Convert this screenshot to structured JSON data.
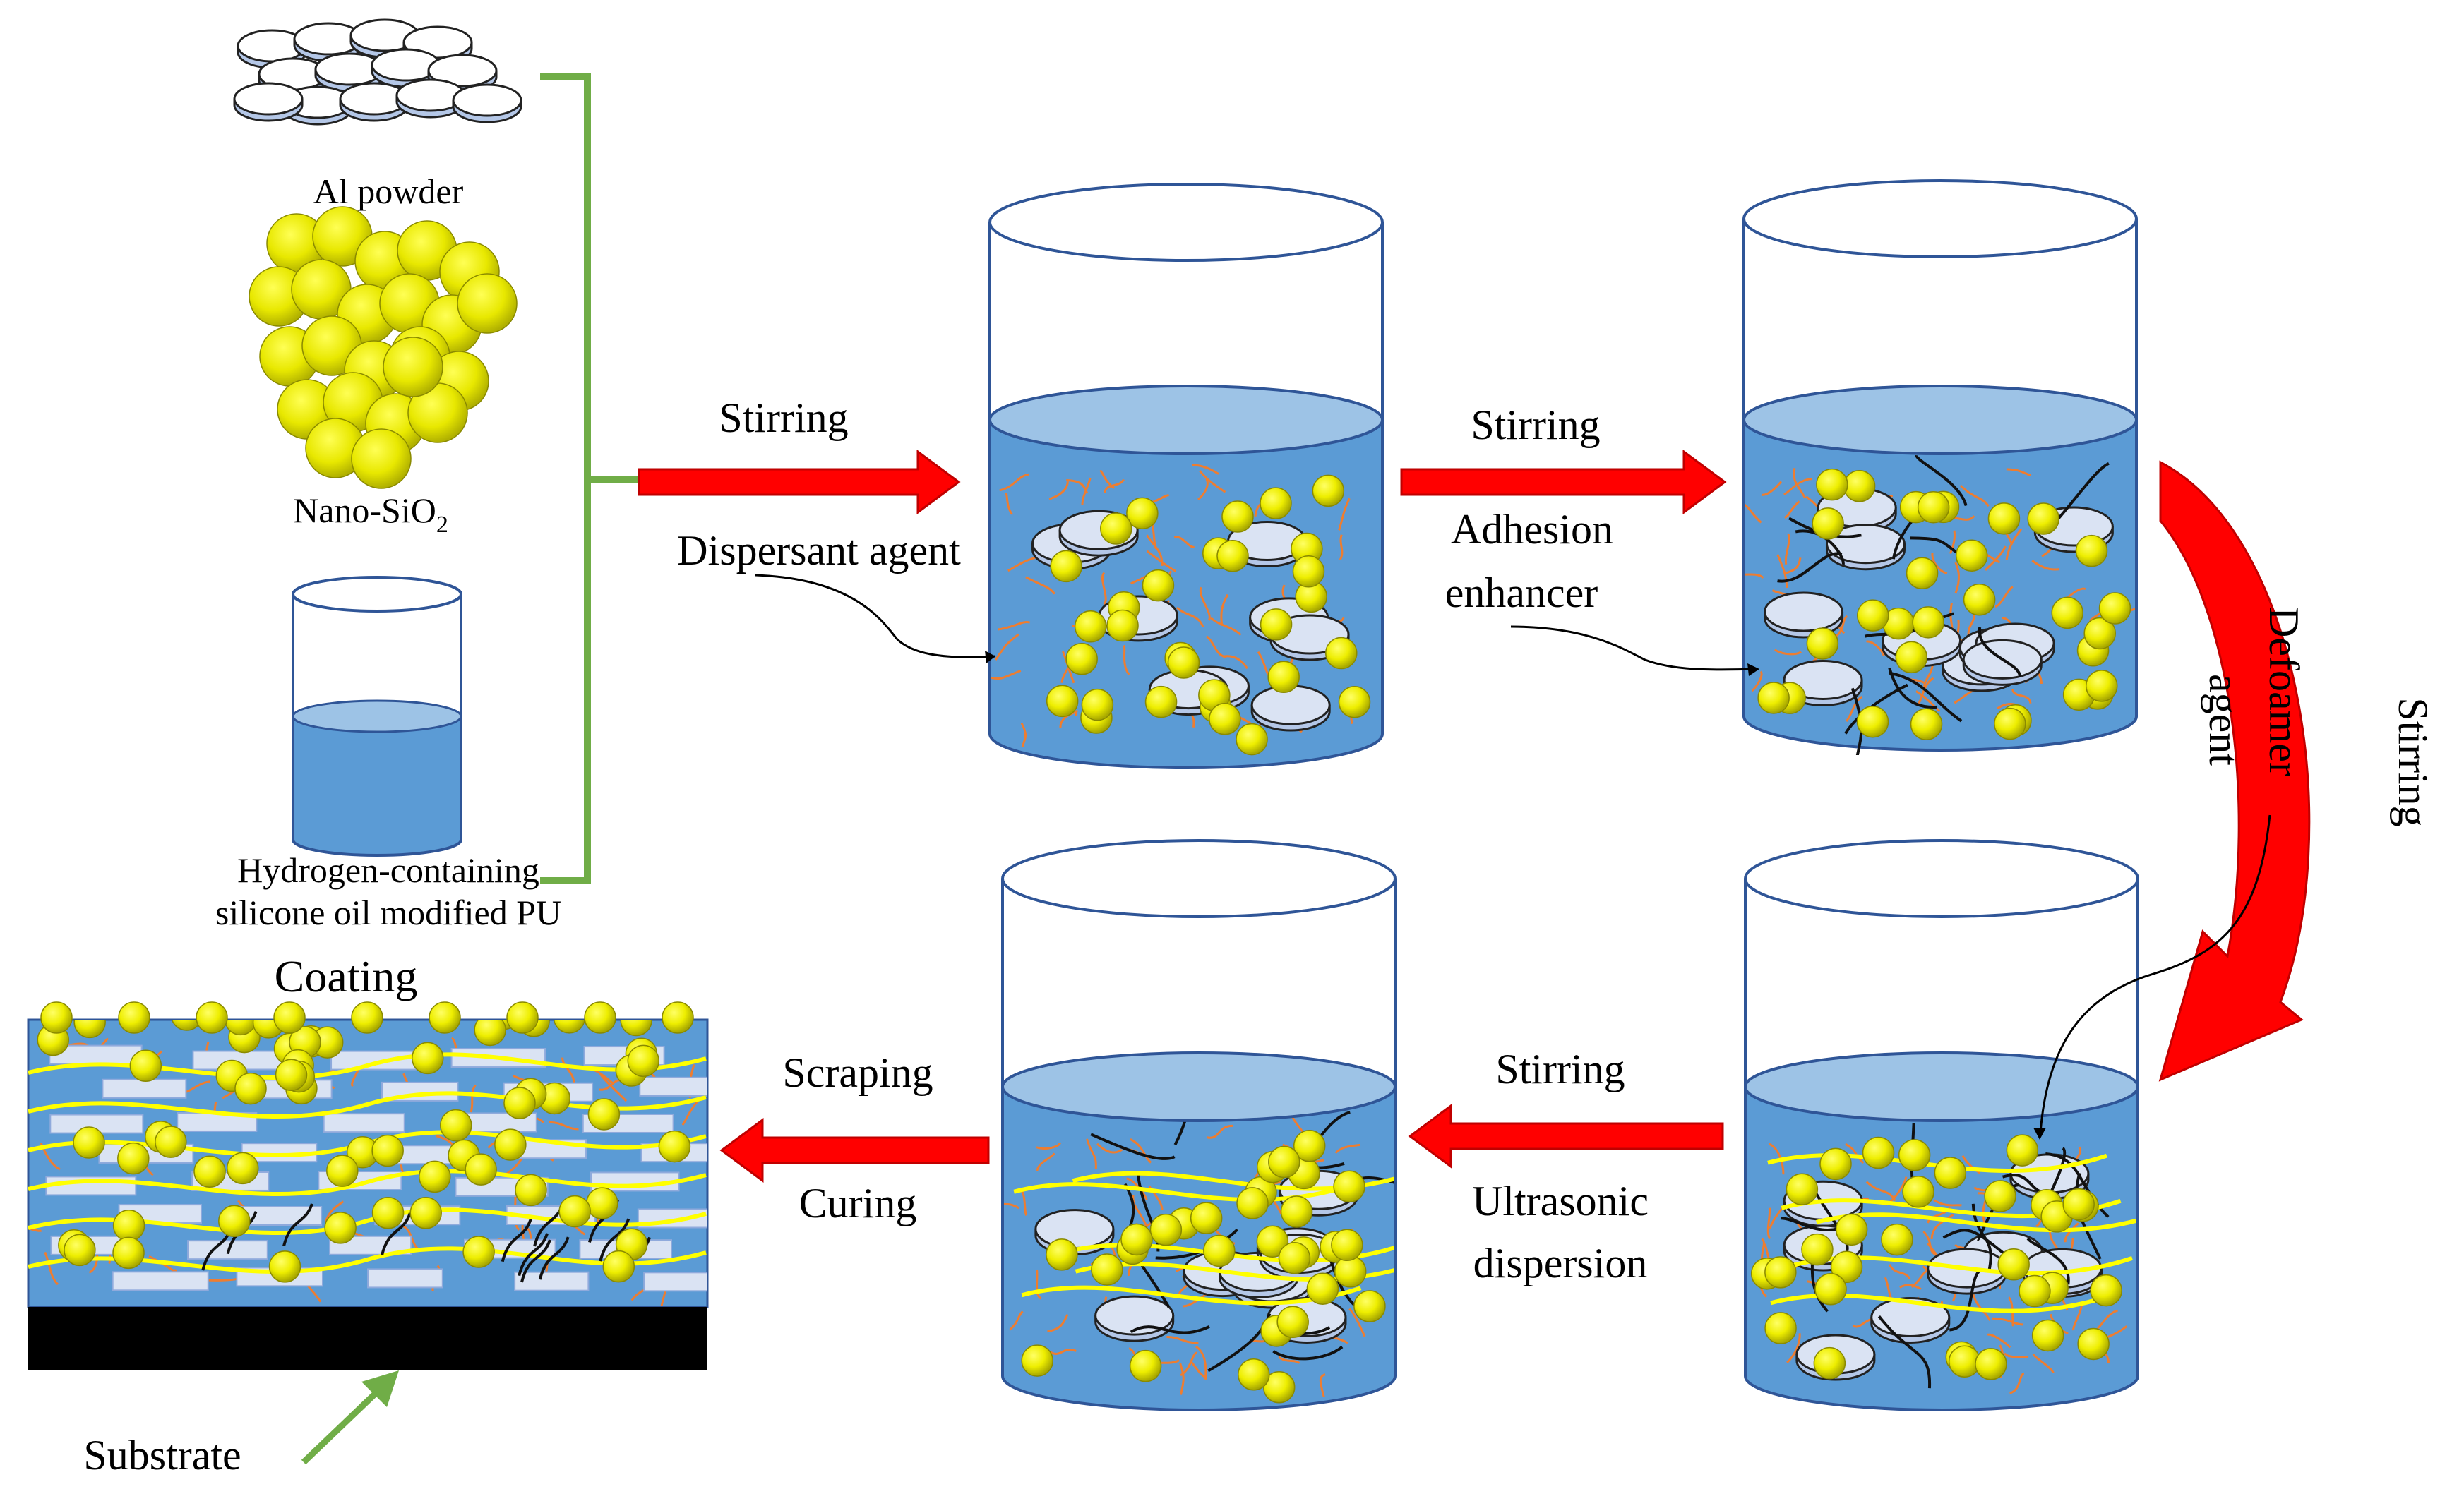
{
  "ingredients": {
    "al_powder": "Al powder",
    "nano_sio2": "Nano-SiO",
    "nano_sio2_subscript": "2",
    "pu_line1": "Hydrogen-containing",
    "pu_line2": "silicone oil modified PU"
  },
  "steps": {
    "step1_action": "Stirring",
    "step1_additive": "Dispersant agent",
    "step2_action": "Stirring",
    "step2_additive_line1": "Adhesion",
    "step2_additive_line2": "enhancer",
    "step3_action": "Stirring",
    "step3_additive_line1": "Defoamer",
    "step3_additive_line2": "agent",
    "step4_action": "Stirring",
    "step4_additive_line1": "Ultrasonic",
    "step4_additive_line2": "dispersion",
    "step5_action1": "Scraping",
    "step5_action2": "Curing"
  },
  "coating": {
    "title": "Coating",
    "substrate": "Substrate"
  },
  "colors": {
    "liquid": "#5b9bd5",
    "liquid_top": "#9dc3e6",
    "particle": "#e5e500",
    "flake": "#dae3f3",
    "arrow": "#ff0000",
    "bracket": "#70ad47",
    "fiber_orange": "#ed7d31",
    "fiber_yellow": "#ffff00",
    "substrate": "#000000"
  }
}
